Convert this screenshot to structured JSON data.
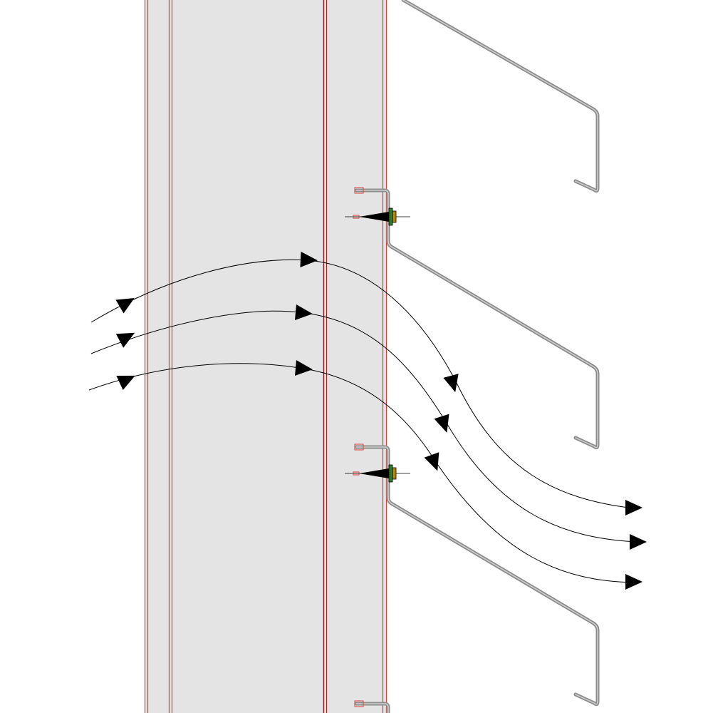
{
  "diagram": {
    "kind": "wall-section-airflow",
    "colors": {
      "background": "#ffffff",
      "wall_fill": "#e4e4e4",
      "red_line": "#d9413b",
      "dark_red_line": "#7a1f1f",
      "louver": "#8c8c8c",
      "louver_highlight": "#cfcfcf",
      "flow_line": "#000000",
      "washer": "#2f7a2a",
      "bolt_accent": "#b8860b"
    },
    "icons": {
      "arrowhead": "triangle-arrowhead-icon",
      "fastener": "screw-fastener-icon"
    },
    "louver_count": 3,
    "fastener_count": 2,
    "flow_line_count": 3
  }
}
